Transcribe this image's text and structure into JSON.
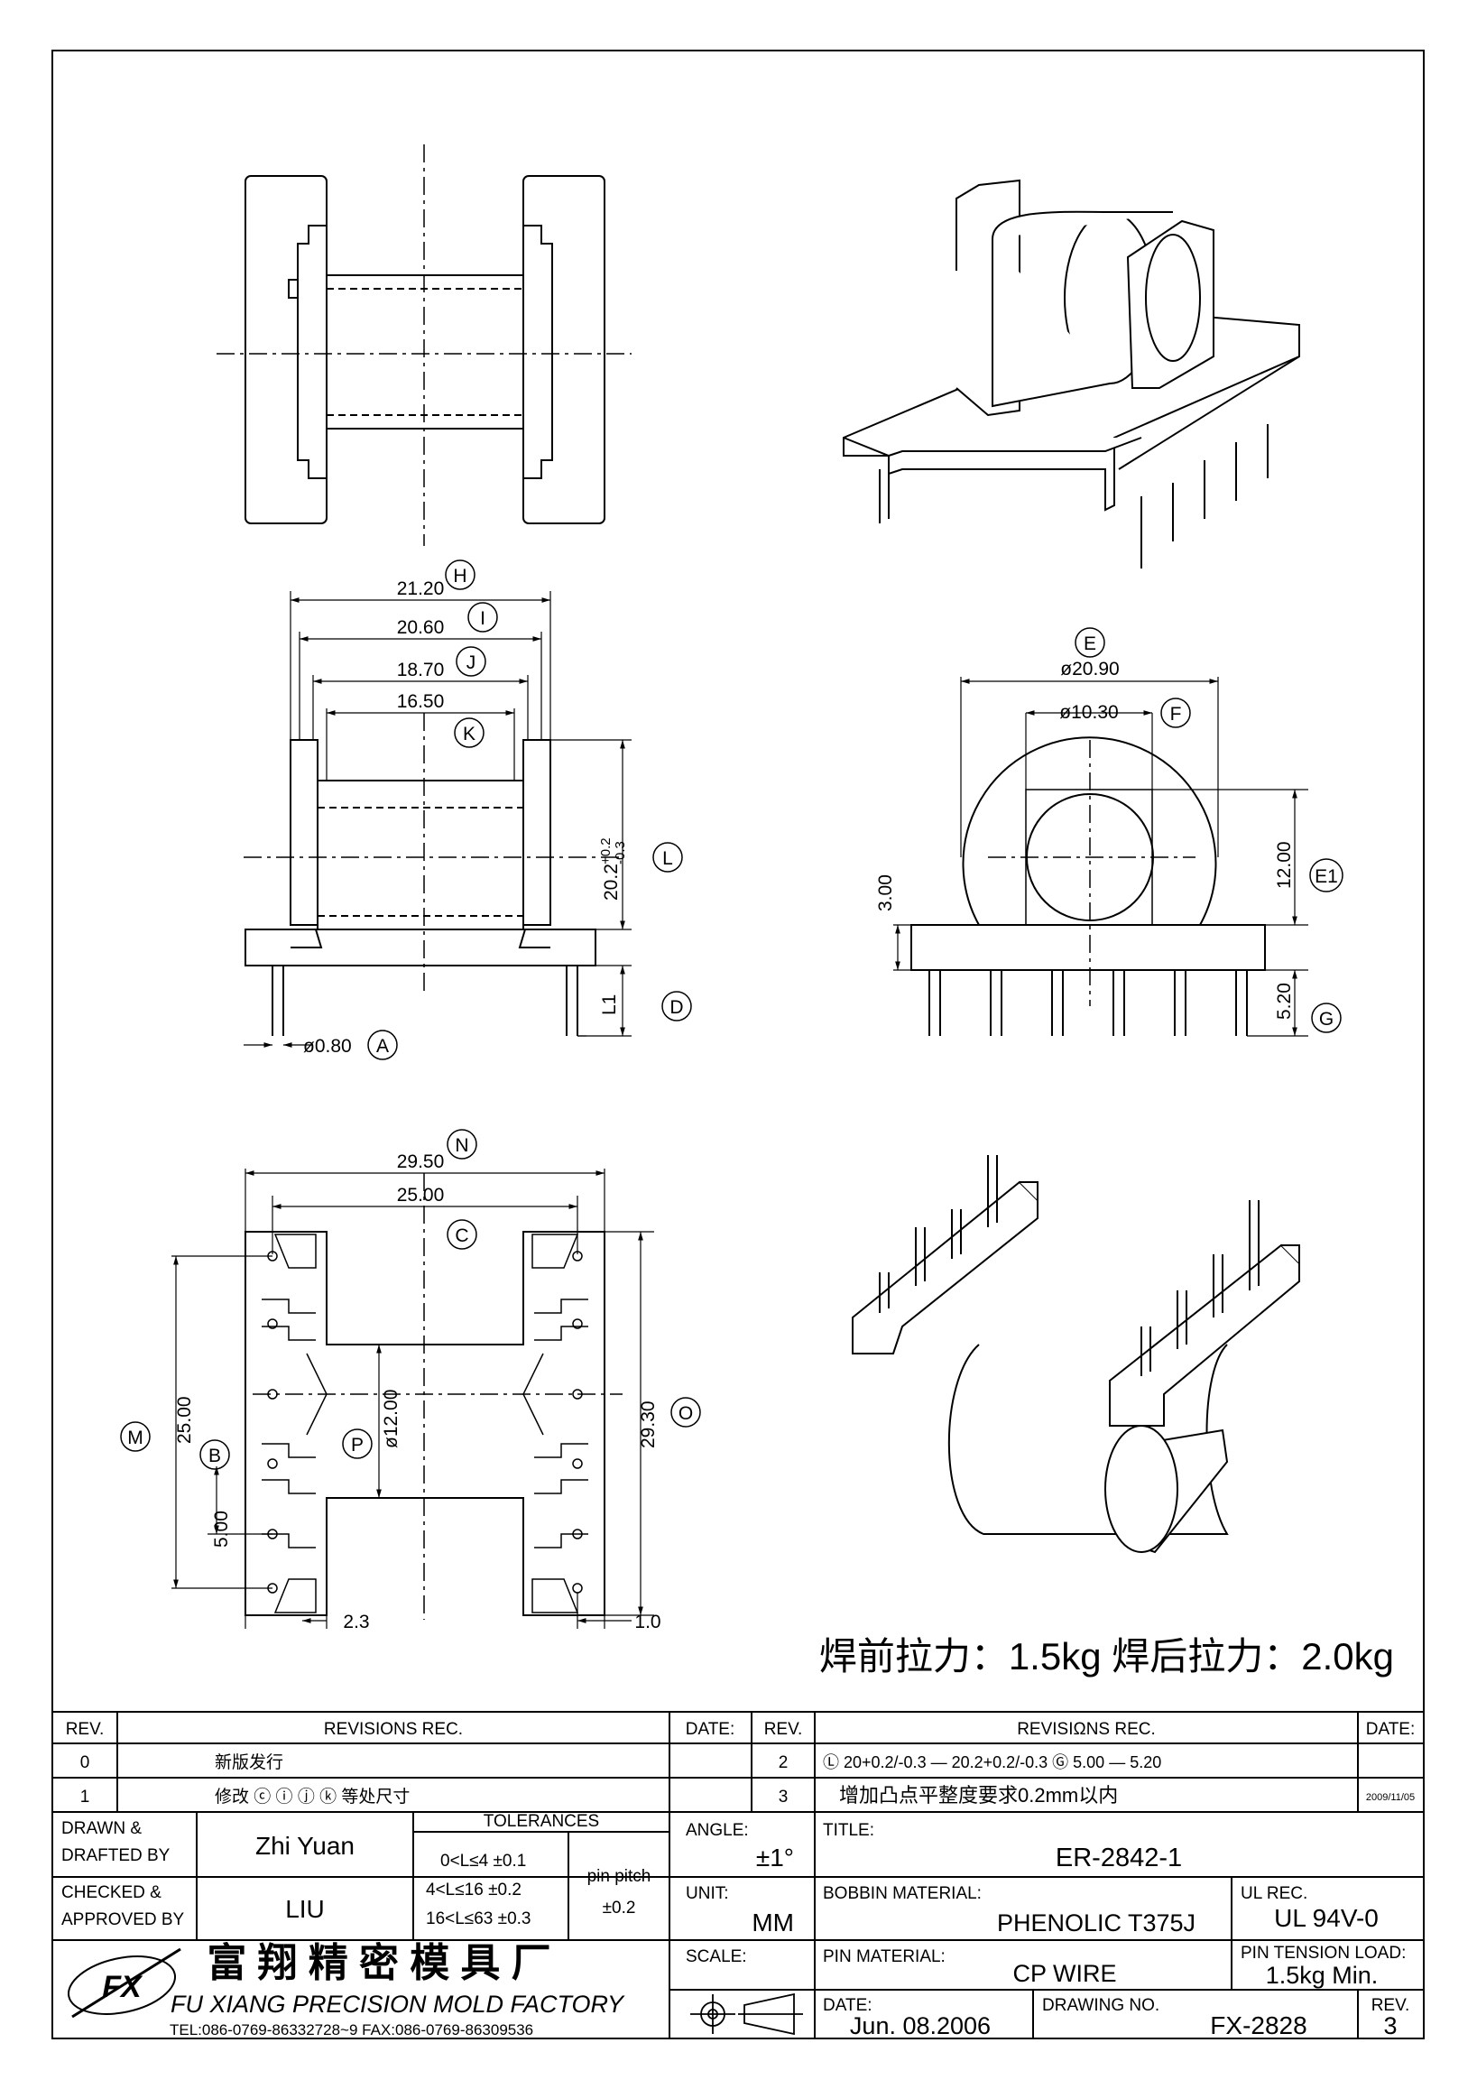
{
  "callouts": {
    "top": [
      {
        "letter": "H",
        "value": "21.20"
      },
      {
        "letter": "I",
        "value": "20.60"
      },
      {
        "letter": "J",
        "value": "18.70"
      },
      {
        "letter": "K",
        "value": "16.50"
      }
    ],
    "L_letter": "L",
    "L_value": "20.2",
    "L_tol_plus": "+0.2",
    "L_tol_minus": "-0.3",
    "D_letter": "D",
    "D_value": "L1",
    "A_letter": "A",
    "A_value": "ø0.80",
    "E_letter": "E",
    "E_value": "ø20.90",
    "F_letter": "F",
    "F_value": "ø10.30",
    "E1_letter": "E1",
    "E1_value": "12.00",
    "G_letter": "G",
    "G_value": "5.20",
    "h300": "3.00",
    "N_letter": "N",
    "N_value": "29.50",
    "C_letter": "C",
    "C_value": "25.00",
    "M_letter": "M",
    "M_value": "25.00",
    "B_letter": "B",
    "B_value": "5.00",
    "P_letter": "P",
    "P_value": "ø12.00",
    "O_letter": "O",
    "O_value": "29.30",
    "dim_23": "2.3",
    "dim_10": "1.0"
  },
  "pull_note": "焊前拉力：1.5kg  焊后拉力：2.0kg",
  "title_block": {
    "rev_header": "REV.",
    "revisions_header": "REVISIONS    REC.",
    "date_header": "DATE:",
    "rev_header2": "REV.",
    "revisions_header2": "REVISIΩNS    REC.",
    "date_header2": "DATE:",
    "rev0": "0",
    "rev0_text": "新版发行",
    "rev1": "1",
    "rev1_text": "修改 ⓒ ⓘ ⓙ ⓚ 等处尺寸",
    "rev2": "2",
    "rev2_text": "Ⓛ 20+0.2/-0.3 — 20.2+0.2/-0.3   Ⓖ 5.00 — 5.20",
    "rev3": "3",
    "rev3_text": "增加凸点平整度要求0.2mm以内",
    "rev3_date": "2009/11/05",
    "drawn_label_1": "DRAWN &",
    "drawn_label_2": "DRAFTED BY",
    "drawn_value": "Zhi Yuan",
    "checked_label_1": "CHECKED &",
    "checked_label_2": "APPROVED BY",
    "checked_value": "LIU",
    "tolerances_label": "TOLERANCES",
    "tol_rows": [
      "0<L≤4   ±0.1",
      "4<L≤16  ±0.2",
      "16<L≤63  ±0.3"
    ],
    "pin_pitch_label": "pin pitch",
    "pin_pitch_value": "±0.2",
    "angle_label": "ANGLE:",
    "angle_value": "±1°",
    "unit_label": "UNIT:",
    "unit_value": "MM",
    "scale_label": "SCALE:",
    "title_label": "TITLE:",
    "title_value": "ER-2842-1",
    "bobbin_label": "BOBBIN MATERIAL:",
    "bobbin_value": "PHENOLIC T375J",
    "ul_label": "UL REC.",
    "ul_value": "UL 94V-0",
    "pin_mat_label": "PIN MATERIAL:",
    "pin_mat_value": "CP WIRE",
    "tension_label": "PIN TENSION LOAD:",
    "tension_value": "1.5kg  Min.",
    "date_label": "DATE:",
    "date_value": "Jun. 08.2006",
    "drawing_no_label": "DRAWING NO.",
    "drawing_no_value": "FX-2828",
    "rev_label": "REV.",
    "rev_value": "3",
    "company_cn": "富 翔 精 密 模 具 厂",
    "company_en": "FU XIANG PRECISION MOLD FACTORY",
    "company_contact": "TEL:086-0769-86332728~9  FAX:086-0769-86309536",
    "logo_text": "FX"
  }
}
